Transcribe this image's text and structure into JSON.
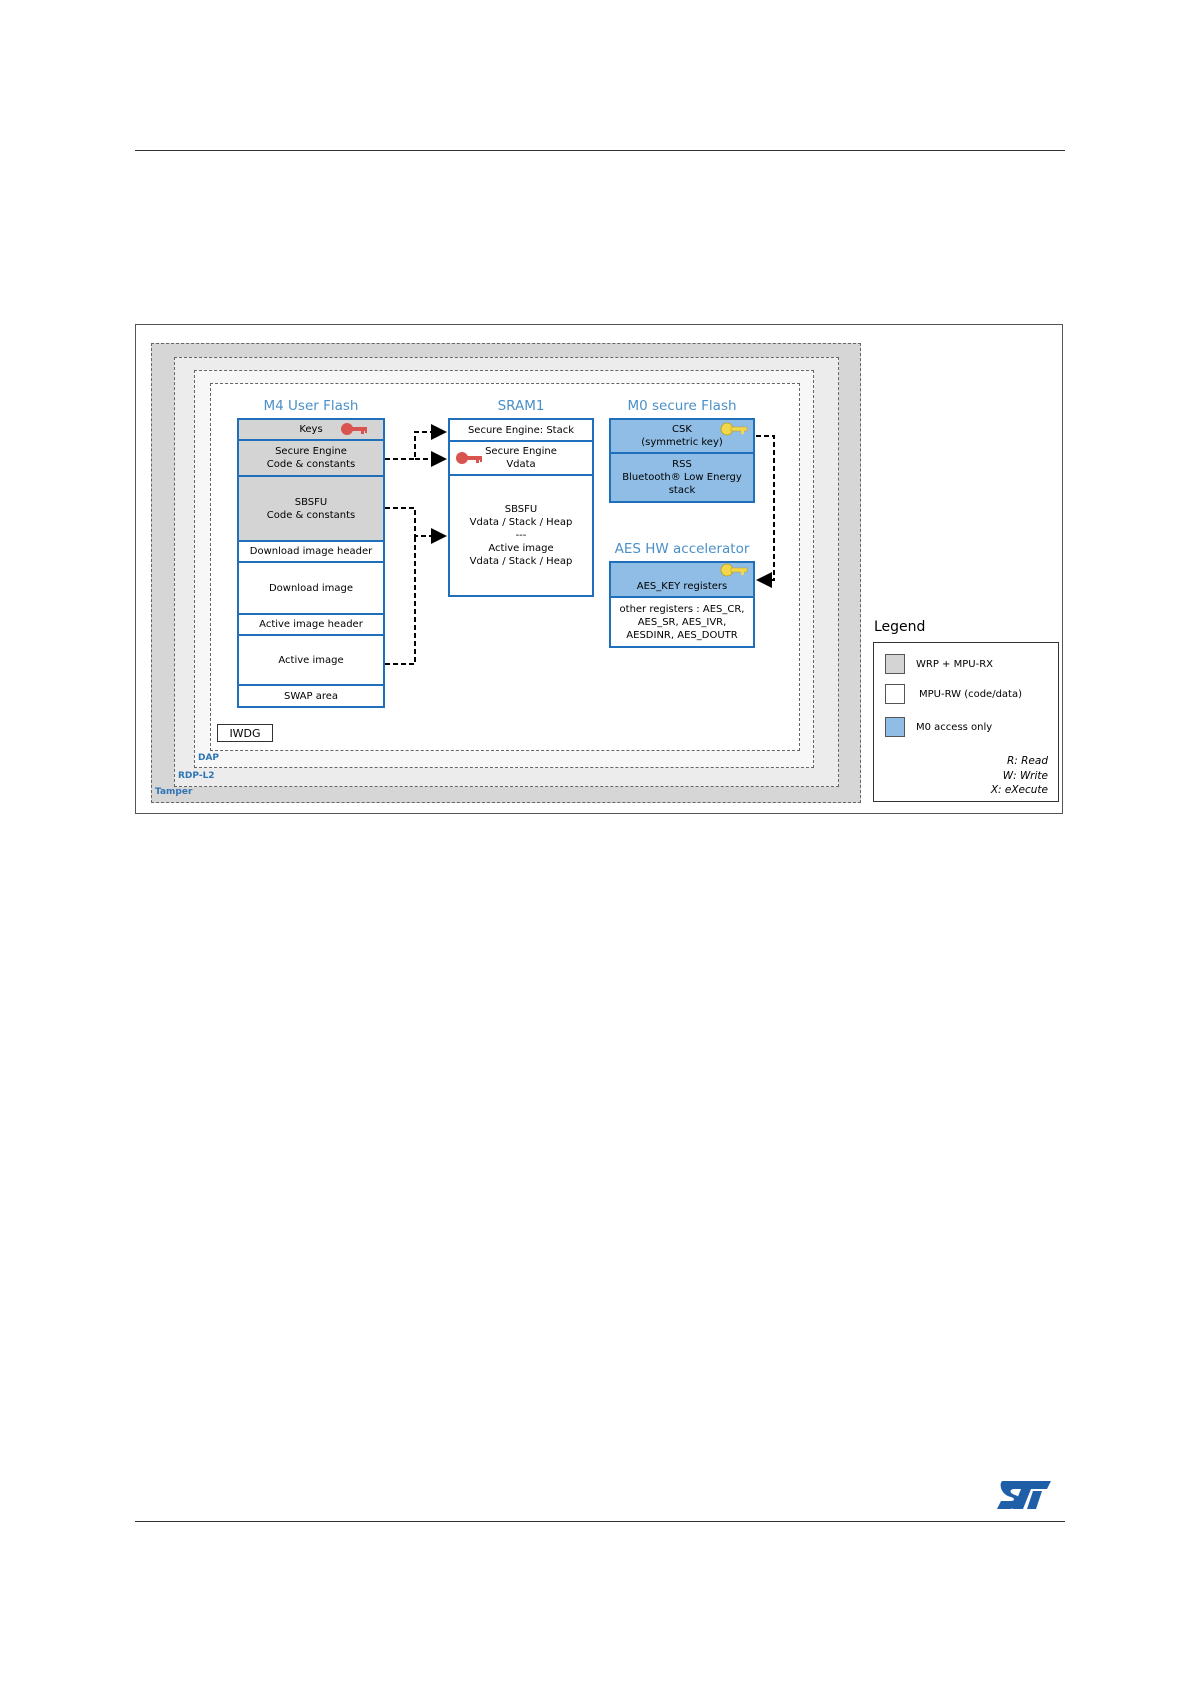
{
  "diagram": {
    "zones": {
      "tamper": "Tamper",
      "rdp": "RDP-L2",
      "dap": "DAP"
    },
    "m4_flash": {
      "title": "M4 User Flash",
      "keys": "Keys",
      "se_code": [
        "Secure Engine",
        "Code & constants"
      ],
      "sbsfu": [
        "SBSFU",
        "Code & constants"
      ],
      "download_header": "Download image header",
      "download_image": "Download image",
      "active_header": "Active image header",
      "active_image": "Active image",
      "swap": "SWAP area"
    },
    "sram1": {
      "title": "SRAM1",
      "se_stack": "Secure Engine:  Stack",
      "se_vdata": [
        "Secure Engine",
        "Vdata"
      ],
      "sbsfu_lines": [
        "SBSFU",
        "Vdata / Stack / Heap",
        "---",
        "Active image",
        "Vdata / Stack / Heap"
      ]
    },
    "m0_flash": {
      "title": "M0 secure Flash",
      "csk": [
        "CSK",
        "(symmetric key)"
      ],
      "rss": [
        "RSS",
        "Bluetooth® Low Energy",
        "stack"
      ]
    },
    "aes": {
      "title": "AES HW accelerator",
      "key_regs": "AES_KEY registers",
      "other_regs": [
        "other registers : AES_CR,",
        "AES_SR, AES_IVR,",
        "AESDINR, AES_DOUTR"
      ]
    },
    "iwdg": "IWDG",
    "legend": {
      "title": "Legend",
      "items": [
        "WRP + MPU-RX",
        "MPU-RW (code/data)",
        "M0 access only"
      ],
      "notes": [
        "R: Read",
        "W: Write",
        "X: eXecute"
      ]
    },
    "colors": {
      "protected_gray": "#d4d4d4",
      "m0_blue": "#8fbde6",
      "border_blue": "#1f6fba",
      "red_key": "#d9534f",
      "yellow_key": "#f2d64b"
    },
    "icons": [
      "red-key-icon",
      "yellow-key-icon",
      "st-logo"
    ]
  }
}
